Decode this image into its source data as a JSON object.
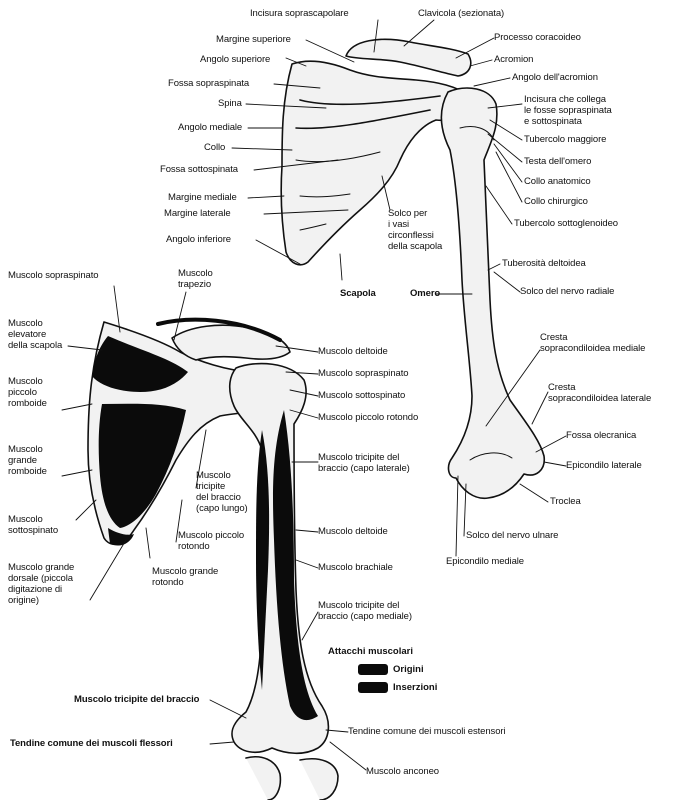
{
  "colors": {
    "ink": "#111111",
    "bone_fill": "#f2f2f2",
    "origin": "#0b0b0b",
    "insertion": "#0b0b0b"
  },
  "top_labels": {
    "incisura_soprascapolare": "Incisura soprascapolare",
    "clavicola": "Clavicola (sezionata)",
    "margine_superiore": "Margine superiore",
    "processo_coracoideo": "Processo coracoideo",
    "angolo_superiore": "Angolo superiore",
    "acromion": "Acromion",
    "fossa_sopraspinata": "Fossa sopraspinata",
    "angolo_acromion": "Angolo dell'acromion",
    "spina": "Spina",
    "incisura_fosse": "Incisura che collega\nle fosse sopraspinata\ne sottospinata",
    "angolo_mediale": "Angolo mediale",
    "tubercolo_maggiore": "Tubercolo maggiore",
    "collo": "Collo",
    "testa_omero": "Testa dell'omero",
    "fossa_sottospinata": "Fossa sottospinata",
    "collo_anatomico": "Collo anatomico",
    "margine_mediale": "Margine mediale",
    "collo_chirurgico": "Collo chirurgico",
    "margine_laterale": "Margine laterale",
    "tubercolo_sottoglenoideo": "Tubercolo sottoglenoideo",
    "solco_vasi": "Solco per\ni vasi\ncirconflessi\ndella scapola",
    "angolo_inferiore": "Angolo inferiore",
    "tuberosita_deltoidea": "Tuberosità deltoidea",
    "scapola": "Scapola",
    "omero": "Omero",
    "solco_nervo_radiale": "Solco del nervo radiale",
    "cresta_mediale": "Cresta\nsopracondiloidea mediale",
    "cresta_laterale": "Cresta\nsopracondiloidea laterale",
    "fossa_olecranica": "Fossa olecranica",
    "epicondilo_laterale": "Epicondilo laterale",
    "troclea": "Troclea",
    "solco_nervo_ulnare": "Solco del nervo ulnare",
    "epicondilo_mediale": "Epicondilo mediale"
  },
  "muscle_labels": {
    "sopraspinato_left": "Muscolo sopraspinato",
    "trapezio": "Muscolo\ntrapezio",
    "elevatore": "Muscolo\nelevatore\ndella scapola",
    "deltoide_top": "Muscolo deltoide",
    "sopraspinato_right": "Muscolo sopraspinato",
    "piccolo_romboide": "Muscolo\npiccolo\nromboide",
    "sottospinato_right": "Muscolo sottospinato",
    "piccolo_rotondo_right": "Muscolo piccolo rotondo",
    "tricipite_laterale": "Muscolo tricipite del\nbraccio (capo laterale)",
    "grande_romboide": "Muscolo\ngrande\nromboide",
    "tricipite_lungo": "Muscolo\ntricipite\ndel braccio\n(capo lungo)",
    "sottospinato_left": "Muscolo\nsottospinato",
    "piccolo_rotondo_left": "Muscolo piccolo\nrotondo",
    "deltoide_mid": "Muscolo deltoide",
    "grande_dorsale": "Muscolo grande\ndorsale (piccola\ndigitazione di\norigine)",
    "grande_rotondo": "Muscolo grande\nrotondo",
    "brachiale": "Muscolo brachiale",
    "tricipite_mediale": "Muscolo tricipite del\nbraccio (capo mediale)",
    "tricipite_braccio": "Muscolo tricipite del braccio",
    "tendine_flessori": "Tendine comune dei muscoli flessori",
    "tendine_estensori": "Tendine comune dei muscoli estensori",
    "anconeo": "Muscolo anconeo"
  },
  "legend": {
    "title": "Attacchi muscolari",
    "origini": "Origini",
    "inserzioni": "Inserzioni"
  }
}
